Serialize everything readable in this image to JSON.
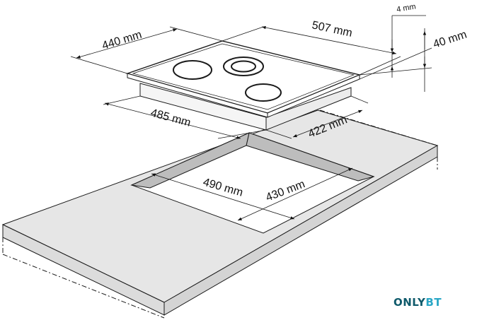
{
  "dimensions": {
    "hob_width": "440 mm",
    "hob_depth": "507 mm",
    "glass_thickness": "4 mm",
    "hob_height": "40 mm",
    "body_width": "485 mm",
    "body_depth": "422 mm",
    "cutout_width": "490 mm",
    "cutout_depth": "430 mm"
  },
  "watermark": {
    "part1": "ONLY",
    "part2": "BT"
  },
  "colors": {
    "counter": "#e6e6e6",
    "counter_side": "#d2d2d2",
    "cutout_wall": "#bdbdbd",
    "line": "#1a1a1a"
  }
}
